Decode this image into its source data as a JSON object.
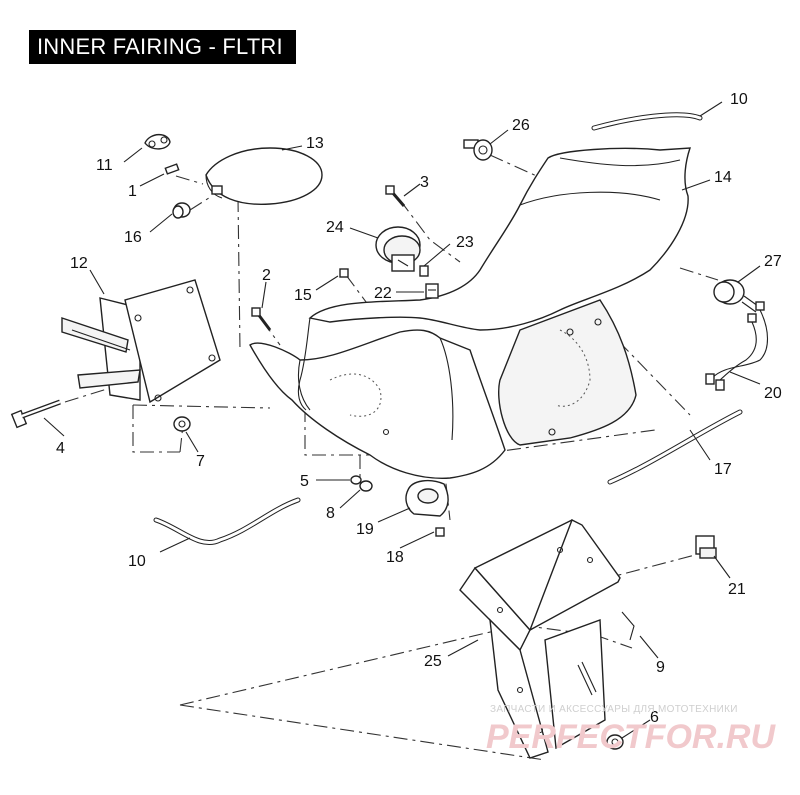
{
  "title": "INNER FAIRING - FLTRI",
  "callouts": [
    {
      "id": "c10a",
      "text": "10"
    },
    {
      "id": "c26",
      "text": "26"
    },
    {
      "id": "c13",
      "text": "13"
    },
    {
      "id": "c11",
      "text": "11"
    },
    {
      "id": "c1",
      "text": "1"
    },
    {
      "id": "c3",
      "text": "3"
    },
    {
      "id": "c14",
      "text": "14"
    },
    {
      "id": "c16",
      "text": "16"
    },
    {
      "id": "c24",
      "text": "24"
    },
    {
      "id": "c23",
      "text": "23"
    },
    {
      "id": "c12",
      "text": "12"
    },
    {
      "id": "c2",
      "text": "2"
    },
    {
      "id": "c15",
      "text": "15"
    },
    {
      "id": "c22",
      "text": "22"
    },
    {
      "id": "c27",
      "text": "27"
    },
    {
      "id": "c20",
      "text": "20"
    },
    {
      "id": "c4",
      "text": "4"
    },
    {
      "id": "c7",
      "text": "7"
    },
    {
      "id": "c17",
      "text": "17"
    },
    {
      "id": "c5",
      "text": "5"
    },
    {
      "id": "c8",
      "text": "8"
    },
    {
      "id": "c19",
      "text": "19"
    },
    {
      "id": "c10b",
      "text": "10"
    },
    {
      "id": "c18",
      "text": "18"
    },
    {
      "id": "c21",
      "text": "21"
    },
    {
      "id": "c9",
      "text": "9"
    },
    {
      "id": "c25",
      "text": "25"
    },
    {
      "id": "c6",
      "text": "6"
    }
  ],
  "watermark": {
    "small": "ЗАПЧАСТИ И АКСЕССУАРЫ ДЛЯ МОТОТЕХНИКИ",
    "big": "PERFECTFOR.RU"
  }
}
